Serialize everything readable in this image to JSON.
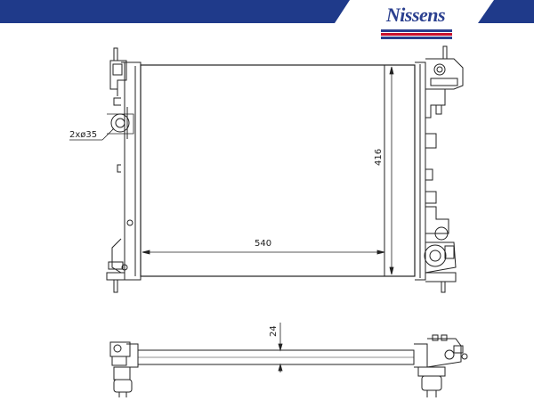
{
  "brand": {
    "name": "Nissens",
    "primary_color": "#2a3f8f",
    "accent_color": "#c8102e"
  },
  "dimensions": {
    "width": "540",
    "height": "416",
    "thickness": "24",
    "pipes": "2xø35"
  }
}
